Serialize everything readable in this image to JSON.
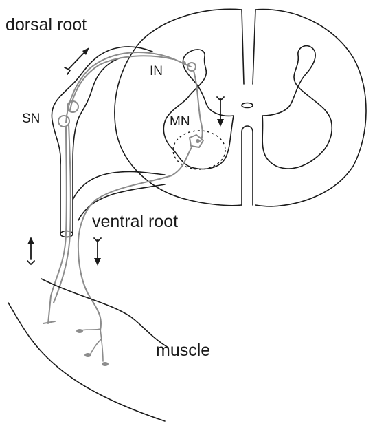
{
  "labels": {
    "dorsal_root": "dorsal root",
    "ventral_root": "ventral root",
    "muscle": "muscle",
    "interneuron": "IN",
    "motor_neuron": "MN",
    "sensory_neuron": "SN"
  },
  "colors": {
    "ink": "#1a1a1a",
    "neuron": "#8c8c8c",
    "background": "#ffffff"
  }
}
